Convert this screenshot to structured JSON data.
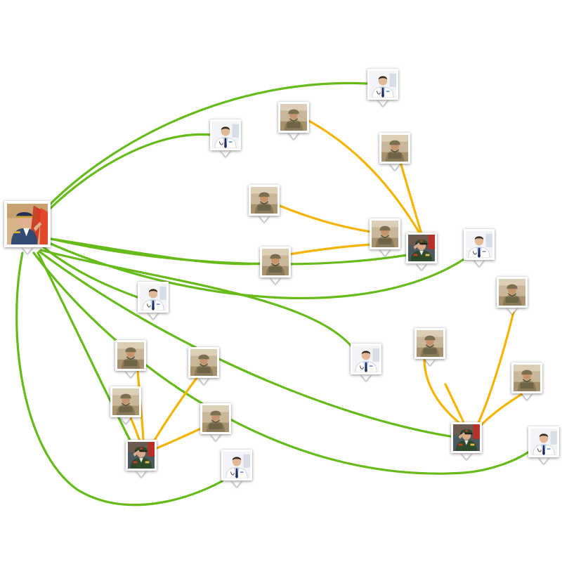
{
  "colors": {
    "command_link": "#66bb1a",
    "unit_link": "#f5b400",
    "background": "#ffffff"
  },
  "node_types": {
    "commander": "commander-portrait-icon",
    "officer": "officer-portrait-icon",
    "soldier": "soldier-portrait-icon",
    "doctor": "doctor-portrait-icon"
  },
  "nodes": [
    {
      "id": "commander",
      "type": "commander"
    },
    {
      "id": "officer_a",
      "type": "officer"
    },
    {
      "id": "officer_b",
      "type": "officer"
    },
    {
      "id": "officer_c",
      "type": "officer"
    },
    {
      "id": "doctor_1",
      "type": "doctor"
    },
    {
      "id": "doctor_2",
      "type": "doctor"
    },
    {
      "id": "doctor_3",
      "type": "doctor"
    },
    {
      "id": "doctor_4",
      "type": "doctor"
    },
    {
      "id": "doctor_5",
      "type": "doctor"
    },
    {
      "id": "doctor_6",
      "type": "doctor"
    },
    {
      "id": "doctor_7",
      "type": "doctor"
    },
    {
      "id": "soldier_1",
      "type": "soldier"
    },
    {
      "id": "soldier_2",
      "type": "soldier"
    },
    {
      "id": "soldier_3",
      "type": "soldier"
    },
    {
      "id": "soldier_4",
      "type": "soldier"
    },
    {
      "id": "soldier_5",
      "type": "soldier"
    },
    {
      "id": "soldier_6",
      "type": "soldier"
    },
    {
      "id": "soldier_7",
      "type": "soldier"
    },
    {
      "id": "soldier_8",
      "type": "soldier"
    },
    {
      "id": "soldier_9",
      "type": "soldier"
    },
    {
      "id": "soldier_10",
      "type": "soldier"
    },
    {
      "id": "soldier_11",
      "type": "soldier"
    },
    {
      "id": "soldier_12",
      "type": "soldier"
    },
    {
      "id": "soldier_13",
      "type": "soldier"
    }
  ],
  "edges": [
    {
      "from": "commander",
      "to": "doctor_1",
      "kind": "command"
    },
    {
      "from": "commander",
      "to": "doctor_2",
      "kind": "command"
    },
    {
      "from": "commander",
      "to": "officer_b",
      "kind": "command"
    },
    {
      "from": "commander",
      "to": "soldier_5",
      "kind": "command"
    },
    {
      "from": "commander",
      "to": "doctor_3",
      "kind": "command"
    },
    {
      "from": "commander",
      "to": "doctor_4",
      "kind": "command"
    },
    {
      "from": "commander",
      "to": "doctor_5",
      "kind": "command"
    },
    {
      "from": "commander",
      "to": "officer_a",
      "kind": "command"
    },
    {
      "from": "commander",
      "to": "officer_c",
      "kind": "command"
    },
    {
      "from": "commander",
      "to": "doctor_6",
      "kind": "command"
    },
    {
      "from": "commander",
      "to": "doctor_7",
      "kind": "command"
    },
    {
      "from": "soldier_1",
      "to": "officer_b",
      "kind": "unit"
    },
    {
      "from": "soldier_2",
      "to": "officer_b",
      "kind": "unit"
    },
    {
      "from": "soldier_3",
      "to": "soldier_4",
      "kind": "unit"
    },
    {
      "from": "soldier_5",
      "to": "soldier_4",
      "kind": "unit"
    },
    {
      "from": "soldier_6",
      "to": "officer_a",
      "kind": "unit"
    },
    {
      "from": "soldier_7",
      "to": "officer_a",
      "kind": "unit"
    },
    {
      "from": "soldier_8",
      "to": "officer_a",
      "kind": "unit"
    },
    {
      "from": "soldier_9",
      "to": "officer_a",
      "kind": "unit"
    },
    {
      "from": "soldier_10",
      "to": "officer_c",
      "kind": "unit"
    },
    {
      "from": "soldier_11",
      "to": "officer_c",
      "kind": "unit"
    },
    {
      "from": "soldier_12",
      "to": "officer_c",
      "kind": "unit"
    },
    {
      "from": "soldier_13",
      "to": "officer_c",
      "kind": "unit"
    }
  ]
}
